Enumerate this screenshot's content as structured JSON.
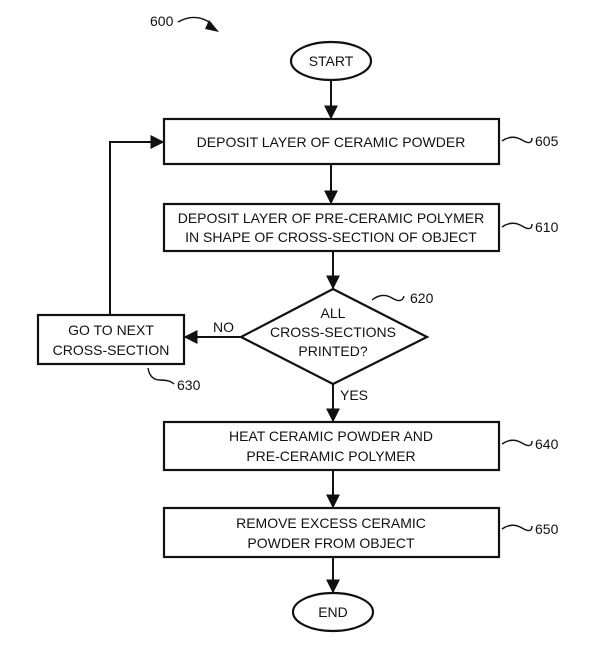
{
  "figure_ref": "600",
  "nodes": {
    "start": {
      "label": "START"
    },
    "n605": {
      "lines": [
        "DEPOSIT LAYER OF CERAMIC POWDER"
      ],
      "ref": "605"
    },
    "n610": {
      "lines": [
        "DEPOSIT LAYER OF PRE-CERAMIC POLYMER",
        "IN SHAPE OF CROSS-SECTION OF OBJECT"
      ],
      "ref": "610"
    },
    "n620": {
      "lines": [
        "ALL",
        "CROSS-SECTIONS",
        "PRINTED?"
      ],
      "ref": "620"
    },
    "n630": {
      "lines": [
        "GO TO NEXT",
        "CROSS-SECTION"
      ],
      "ref": "630"
    },
    "n640": {
      "lines": [
        "HEAT CERAMIC POWDER AND",
        "PRE-CERAMIC POLYMER"
      ],
      "ref": "640"
    },
    "n650": {
      "lines": [
        "REMOVE EXCESS CERAMIC",
        "POWDER FROM OBJECT"
      ],
      "ref": "650"
    },
    "end": {
      "label": "END"
    }
  },
  "edges": {
    "no_label": "NO",
    "yes_label": "YES"
  },
  "colors": {
    "ink": "#111111",
    "paper": "#ffffff"
  }
}
